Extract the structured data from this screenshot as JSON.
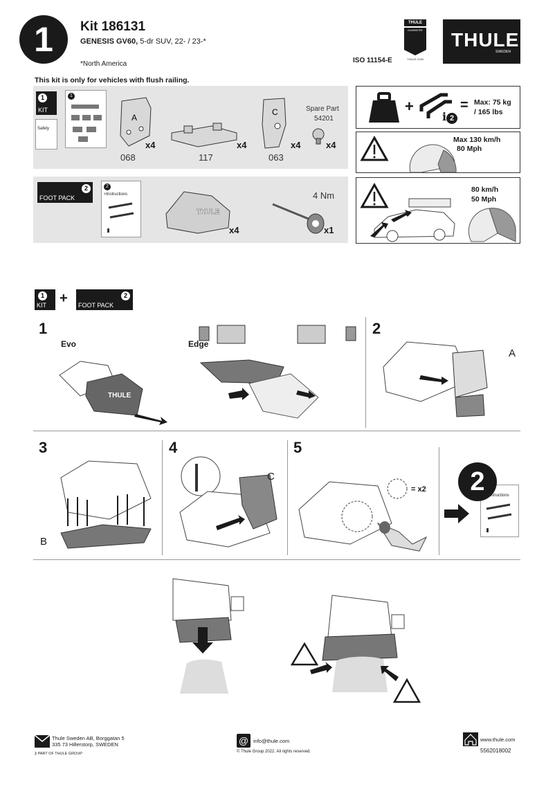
{
  "header": {
    "step_number": "1",
    "kit_title": "Kit 186131",
    "vehicle_model": "GENESIS GV60,",
    "vehicle_detail": "5-dr SUV, 22- / 23-*",
    "footnote": "*North America",
    "standard": "ISO 11154-E",
    "guarantee_badge": {
      "brand": "THULE",
      "label": "GUARANTEE",
      "url": "THULE.COM"
    },
    "logo": {
      "brand": "THULE",
      "sub": "SWEDEN"
    }
  },
  "notice": "This kit is only for vehicles with flush railing.",
  "kit_panel": {
    "pack_number": "1",
    "pack_label": "KIT",
    "safety_label": "Safety",
    "parts": [
      {
        "code": "068",
        "letter": "A",
        "qty": "x4"
      },
      {
        "code": "117",
        "qty": "x4"
      },
      {
        "code": "063",
        "letter": "C",
        "qty": "x4"
      },
      {
        "code": "54201",
        "title": "Spare Part",
        "qty": "x4"
      }
    ]
  },
  "foot_panel": {
    "pack_number": "2",
    "pack_label": "FOOT PACK",
    "instructions_label": ">Instructions",
    "foot_qty": "x4",
    "tool_torque": "4 Nm",
    "tool_qty": "x1"
  },
  "warnings": {
    "load": {
      "max_line1": "Max: 75 kg",
      "max_line2": "/ 165 lbs",
      "plus": "+",
      "equals": "=",
      "info_num": "2"
    },
    "speed": {
      "line1": "Max  130 km/h",
      "line2": "80 Mph"
    },
    "wind": {
      "line1": "80 km/h",
      "line2": "50 Mph"
    }
  },
  "steps_header": {
    "kit_num": "1",
    "kit_label": "KIT",
    "plus": "+",
    "foot_num": "2",
    "foot_label": "FOOT PACK"
  },
  "steps": {
    "s1": {
      "num": "1",
      "evo": "Evo",
      "edge": "Edge"
    },
    "s2": {
      "num": "2",
      "label": "A"
    },
    "s3": {
      "num": "3",
      "label": "B"
    },
    "s4": {
      "num": "4",
      "label": "C"
    },
    "s5": {
      "num": "5",
      "count": "= x2"
    },
    "next": {
      "num": "2",
      "instructions": "Instructions"
    }
  },
  "footer": {
    "address_line1": "Thule Sweden AB, Borggatan 5",
    "address_line2": "335 73 Hillerstorp, SWEDEN",
    "group": "PART OF THULE GROUP",
    "email": "info@thule.com",
    "copyright": "© Thule Group 2022. All rights reserved.",
    "website": "www.thule.com",
    "doc_number": "5562018002"
  }
}
